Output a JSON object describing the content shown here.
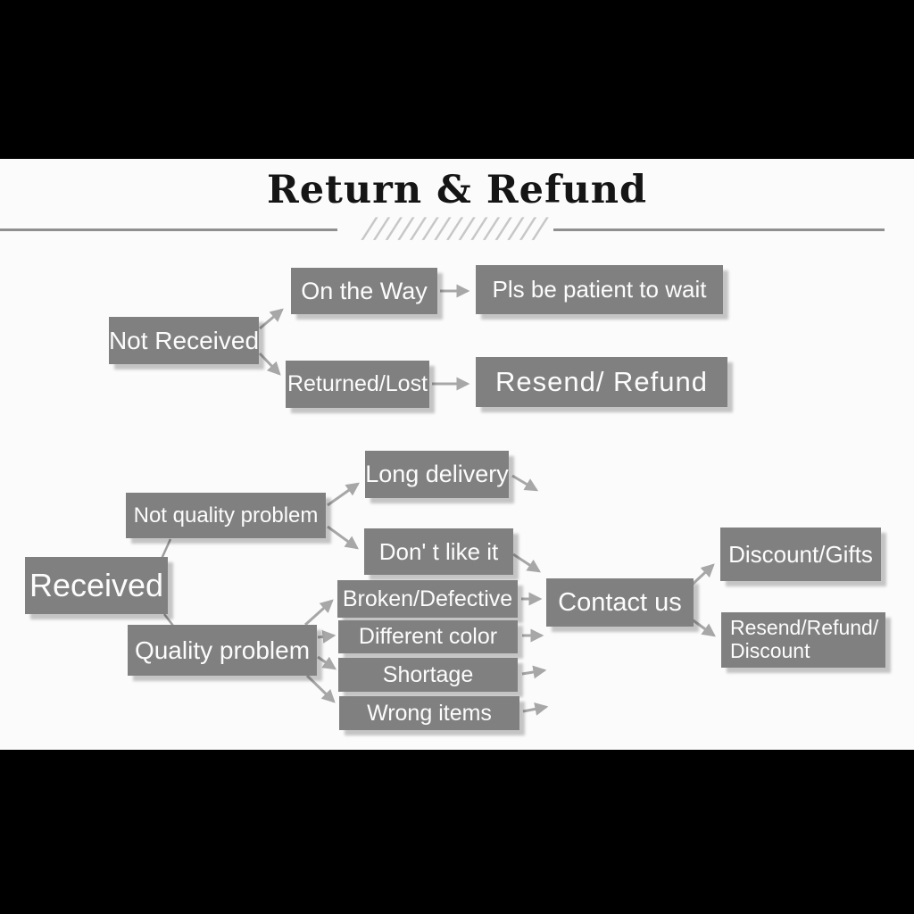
{
  "title": "Return & Refund",
  "decor": {
    "hatch_slashes": "///////////////"
  },
  "colors": {
    "letterbox": "#000000",
    "content_background": "#fbfbfb",
    "node_fill": "#808080",
    "node_text": "#fcfcfc",
    "arrow": "#a7a7a7",
    "title_text": "#151515",
    "divider_rule": "#8f8f8f",
    "divider_hatch": "#c7c7c7"
  },
  "flowchart": {
    "nodes": {
      "not_received": {
        "label": "Not Received"
      },
      "on_the_way": {
        "label": "On the Way"
      },
      "pls_wait": {
        "label": "Pls be patient to wait"
      },
      "returned_lost": {
        "label": "Returned/Lost"
      },
      "resend_refund": {
        "label": "Resend/ Refund"
      },
      "received": {
        "label": "Received"
      },
      "not_quality_problem": {
        "label": "Not quality problem"
      },
      "quality_problem": {
        "label": "Quality problem"
      },
      "long_delivery": {
        "label": "Long delivery"
      },
      "dont_like_it": {
        "label": "Don' t like it"
      },
      "broken_defective": {
        "label": "Broken/Defective"
      },
      "different_color": {
        "label": "Different color"
      },
      "shortage": {
        "label": "Shortage"
      },
      "wrong_items": {
        "label": "Wrong items"
      },
      "contact_us": {
        "label": "Contact us"
      },
      "discount_gifts": {
        "label": "Discount/Gifts"
      },
      "resend_refund_discount": {
        "line1": "Resend/Refund/",
        "line2": "Discount"
      }
    },
    "edges": [
      {
        "from": "not_received",
        "to": "on_the_way"
      },
      {
        "from": "not_received",
        "to": "returned_lost"
      },
      {
        "from": "on_the_way",
        "to": "pls_wait"
      },
      {
        "from": "returned_lost",
        "to": "resend_refund"
      },
      {
        "from": "received",
        "to": "not_quality_problem"
      },
      {
        "from": "received",
        "to": "quality_problem"
      },
      {
        "from": "not_quality_problem",
        "to": "long_delivery"
      },
      {
        "from": "not_quality_problem",
        "to": "dont_like_it"
      },
      {
        "from": "long_delivery",
        "to": "contact_us"
      },
      {
        "from": "dont_like_it",
        "to": "contact_us"
      },
      {
        "from": "quality_problem",
        "to": "broken_defective"
      },
      {
        "from": "quality_problem",
        "to": "different_color"
      },
      {
        "from": "quality_problem",
        "to": "shortage"
      },
      {
        "from": "quality_problem",
        "to": "wrong_items"
      },
      {
        "from": "broken_defective",
        "to": "contact_us"
      },
      {
        "from": "different_color",
        "to": "contact_us"
      },
      {
        "from": "shortage",
        "to": "contact_us"
      },
      {
        "from": "wrong_items",
        "to": "contact_us"
      },
      {
        "from": "contact_us",
        "to": "discount_gifts"
      },
      {
        "from": "contact_us",
        "to": "resend_refund_discount"
      }
    ]
  }
}
